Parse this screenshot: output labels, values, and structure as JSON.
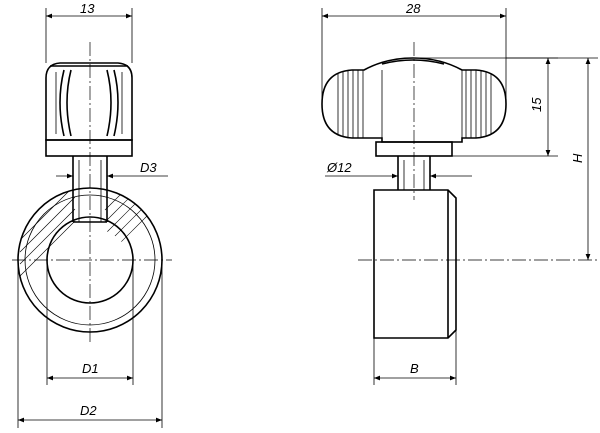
{
  "labels": {
    "width_13": "13",
    "width_28": "28",
    "height_15": "15",
    "height_H": "H",
    "dia_12": "Ø12",
    "D3": "D3",
    "D1": "D1",
    "D2": "D2",
    "B": "B"
  }
}
